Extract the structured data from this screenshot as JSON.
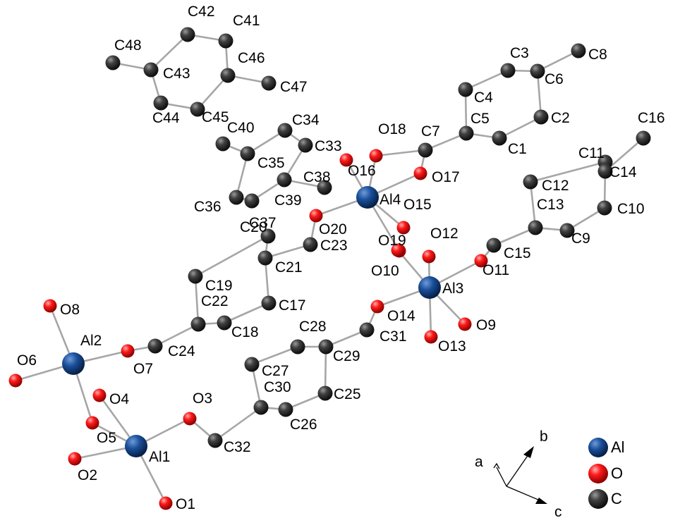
{
  "colors": {
    "Al": "#0b3a78",
    "O": "#e00000",
    "C": "#2e2e2e",
    "bond": "#a6a6a6"
  },
  "atom_labels": [
    "C48",
    "C42",
    "C41",
    "C43",
    "C46",
    "C47",
    "C44",
    "C45",
    "C40",
    "C34",
    "C33",
    "C35",
    "C36",
    "C39",
    "C38",
    "C37",
    "C8",
    "C3",
    "C6",
    "C4",
    "C5",
    "C2",
    "C7",
    "C1",
    "O18",
    "O16",
    "O17",
    "Al4",
    "O15",
    "O19",
    "O20",
    "C23",
    "C20",
    "C21",
    "C16",
    "C11",
    "C14",
    "C12",
    "C10",
    "C13",
    "C9",
    "C15",
    "O12",
    "O10",
    "O11",
    "Al3",
    "O14",
    "O9",
    "O13",
    "C31",
    "C28",
    "C29",
    "C19",
    "C22",
    "C17",
    "C18",
    "O8",
    "Al2",
    "O6",
    "O7",
    "C24",
    "C27",
    "C30",
    "C25",
    "C26",
    "O4",
    "O3",
    "O5",
    "Al1",
    "O2",
    "O1",
    "C32"
  ],
  "axes": {
    "a": "a",
    "b": "b",
    "c": "c"
  },
  "legend": [
    {
      "label": "Al",
      "element": "Al"
    },
    {
      "label": "O",
      "element": "O"
    },
    {
      "label": "C",
      "element": "C"
    }
  ]
}
